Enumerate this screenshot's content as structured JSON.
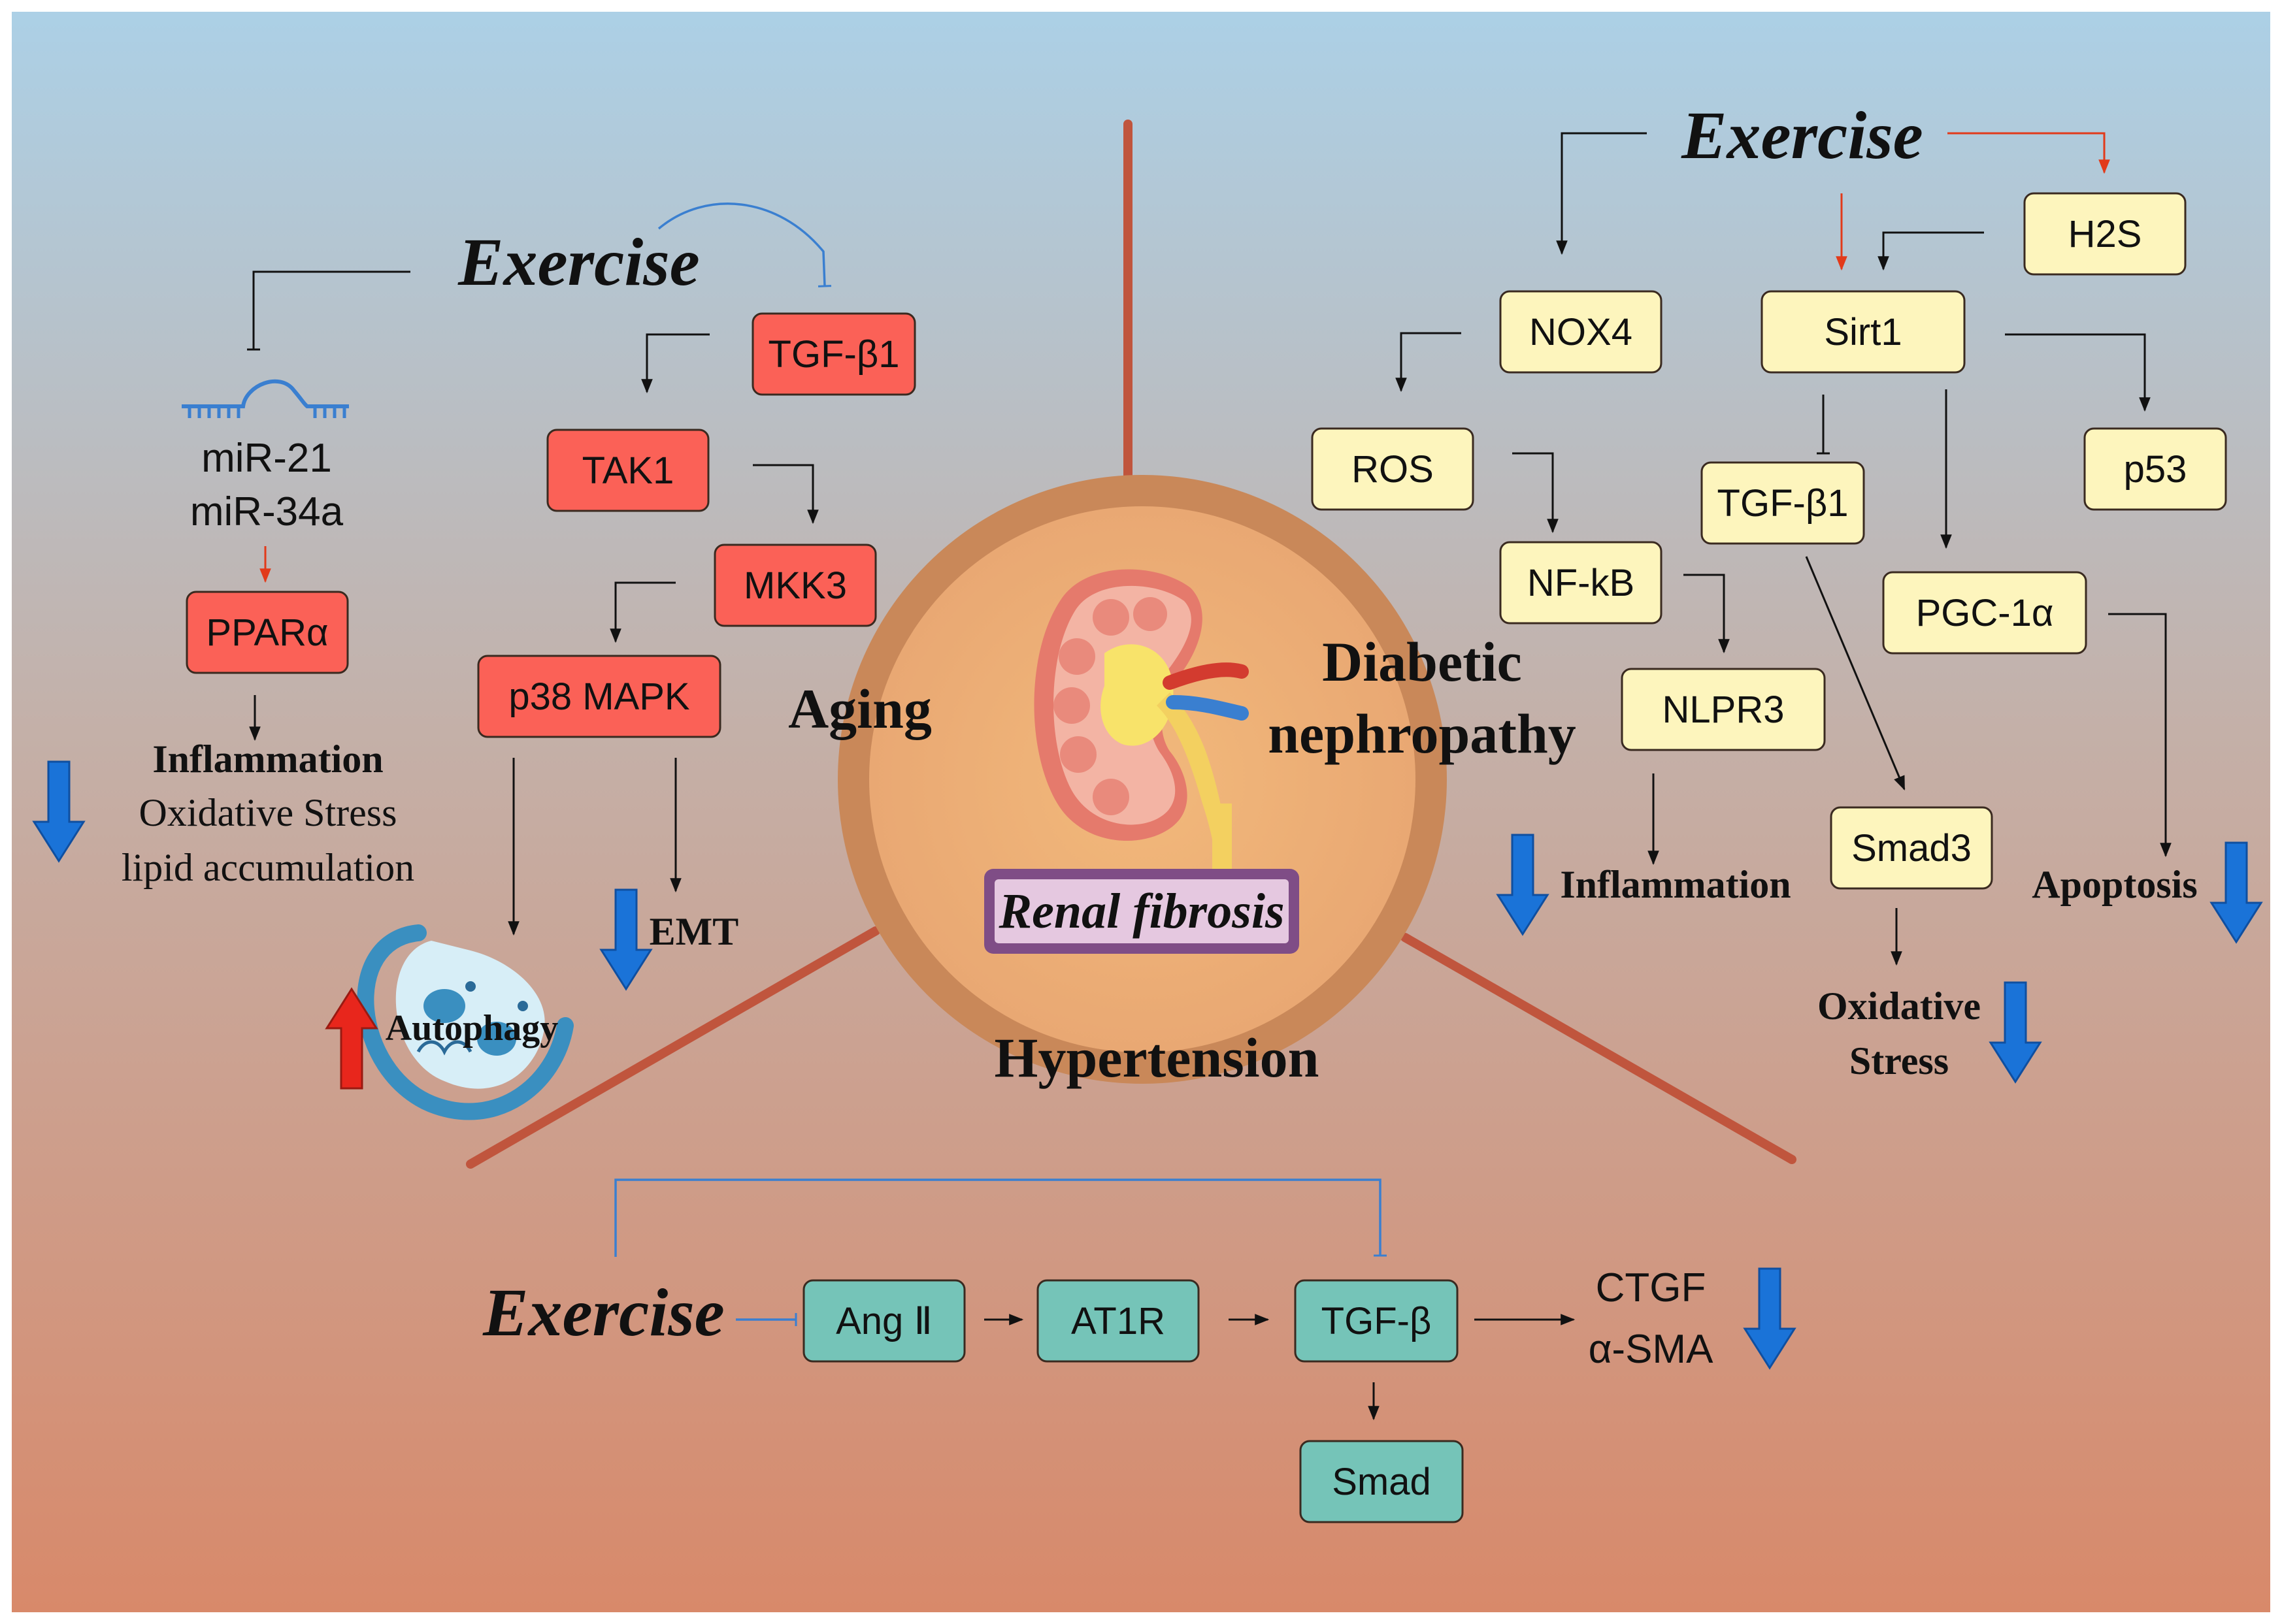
{
  "center": {
    "label": "Renal fibrosis",
    "sections": {
      "aging": "Aging",
      "diabetic_line1": "Diabetic",
      "diabetic_line2": "nephropathy",
      "hypertension": "Hypertension"
    }
  },
  "aging": {
    "exercise": "Exercise",
    "mirna_1": "miR-21",
    "mirna_2": "miR-34a",
    "ppar": "PPARα",
    "tgfb1": "TGF-β1",
    "tak1": "TAK1",
    "mkk3": "MKK3",
    "p38": "p38 MAPK",
    "outcome_1": "Inflammation",
    "outcome_2": "Oxidative Stress",
    "outcome_3": "lipid accumulation",
    "emt": "EMT",
    "autophagy": "Autophagy"
  },
  "diabetic": {
    "exercise": "Exercise",
    "h2s": "H2S",
    "nox4": "NOX4",
    "sirt1": "Sirt1",
    "ros": "ROS",
    "p53": "p53",
    "tgfb1": "TGF-β1",
    "nfkb": "NF-kB",
    "pgc": "PGC-1α",
    "nlrp3": "NLPR3",
    "smad3": "Smad3",
    "inflammation": "Inflammation",
    "apoptosis": "Apoptosis",
    "oxidative_1": "Oxidative",
    "oxidative_2": "Stress"
  },
  "hypertension": {
    "exercise": "Exercise",
    "ang": "Ang Ⅱ",
    "at1r": "AT1R",
    "tgfb": "TGF-β",
    "smad": "Smad",
    "ctgf": "CTGF",
    "asma": "α-SMA"
  },
  "colors": {
    "bg_top": "#acd0e6",
    "bg_bottom": "#d8896a",
    "aging_box": "#fb6157",
    "diabetic_box": "#fdf5bd",
    "hypertension_box": "#75c4b8",
    "divider": "#c0553d",
    "arrow_down": "#1a73d8",
    "arrow_up": "#e8261c",
    "inhibit_line": "#3a7fd0"
  }
}
